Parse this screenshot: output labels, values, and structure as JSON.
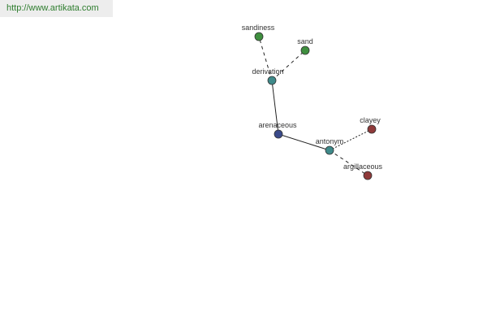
{
  "site": {
    "url": "http://www.artikata.com"
  },
  "graph": {
    "nodes": [
      {
        "id": "sandiness",
        "label": "sandiness",
        "color": "#3f8f3f"
      },
      {
        "id": "sand",
        "label": "sand",
        "color": "#3f8f3f"
      },
      {
        "id": "derivation",
        "label": "derivation",
        "color": "#3f8a8a"
      },
      {
        "id": "arenaceous",
        "label": "arenaceous",
        "color": "#3a4a8a"
      },
      {
        "id": "antonym",
        "label": "antonym",
        "color": "#3f8a8a"
      },
      {
        "id": "clayey",
        "label": "clayey",
        "color": "#8f3a3a"
      },
      {
        "id": "argillaceous",
        "label": "argillaceous",
        "color": "#8f3a3a"
      }
    ],
    "edges": [
      {
        "from": "arenaceous",
        "to": "derivation",
        "style": "solid"
      },
      {
        "from": "arenaceous",
        "to": "antonym",
        "style": "solid"
      },
      {
        "from": "derivation",
        "to": "sandiness",
        "style": "dashed"
      },
      {
        "from": "derivation",
        "to": "sand",
        "style": "dashed"
      },
      {
        "from": "antonym",
        "to": "clayey",
        "style": "dotted"
      },
      {
        "from": "antonym",
        "to": "argillaceous",
        "style": "dashed"
      }
    ]
  }
}
